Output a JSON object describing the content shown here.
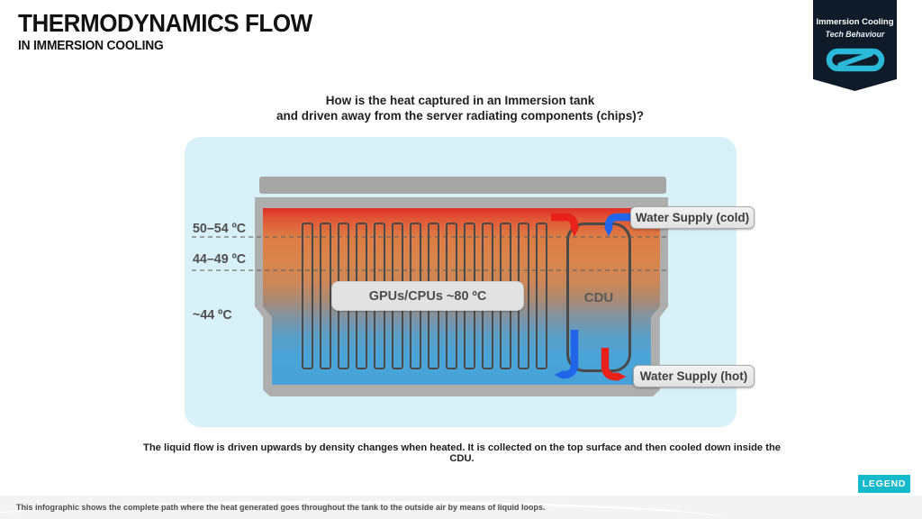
{
  "header": {
    "title": "THERMODYNAMICS FLOW",
    "subtitle": "IN IMMERSION COOLING"
  },
  "badge": {
    "title": "Immersion Cooling",
    "subtitle": "Tech Behaviour"
  },
  "question": {
    "line1": "How is the heat captured in an Immersion tank",
    "line2": "and driven away from the server radiating components (chips)?"
  },
  "diagram": {
    "temp_labels": [
      {
        "label": "50–54 ºC"
      },
      {
        "label": "44–49 ºC"
      },
      {
        "label": "~44 ºC"
      }
    ],
    "gpu_label": "GPUs/CPUs ~80 ºC",
    "cdu_label": "CDU",
    "water_supply_cold": "Water Supply (cold)",
    "water_supply_hot": "Water Supply (hot)",
    "fin_count": 14,
    "colors": {
      "hot_top": "#df2f28",
      "warm_mid": "#d9854c",
      "cool_bottom": "#47a2d8",
      "arrow_red": "#e8211a",
      "arrow_blue": "#2166e8",
      "panel_bg": "#d8f0f7",
      "tank_wall": "#aeaeae",
      "badge_bg": "#0f1b28",
      "logo_teal": "#2ab9d9",
      "legend_bg": "#14b9cc"
    }
  },
  "caption": "The liquid flow is driven upwards by density changes when heated. It is collected on the top surface and then cooled down inside the CDU.",
  "legend_button": "LEGEND",
  "footer": "This infographic shows the complete path where the heat generated goes throughout the tank to the outside air by means of liquid loops."
}
